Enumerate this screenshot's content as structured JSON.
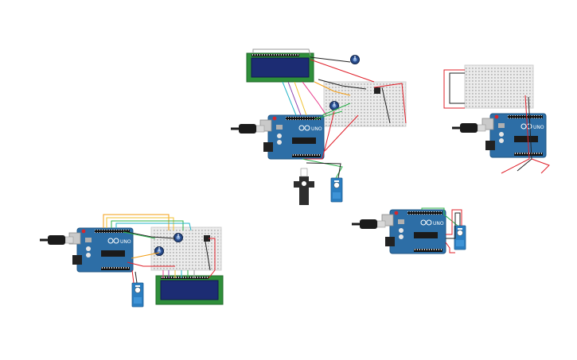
{
  "canvas": {
    "background": "#ffffff"
  },
  "components": {
    "arduino_board": {
      "label": "UNO",
      "icon": "arduino-uno-board"
    },
    "lcd": {
      "icon": "lcd-16x2-display"
    },
    "breadboard": {
      "icon": "breadboard"
    },
    "servo": {
      "icon": "micro-servo"
    },
    "potentiometer": {
      "icon": "potentiometer-knob"
    },
    "usb_cable": {
      "icon": "usb-plug"
    }
  },
  "colors": {
    "arduino": "#2d6ea6",
    "lcd_frame": "#2f8f3a",
    "lcd_screen": "#1c2c73",
    "breadboard": "#e8e8e8",
    "servo": "#2a7dc0",
    "wire_red": "#e0202a",
    "wire_black": "#222222",
    "wire_green": "#2bb14a",
    "wire_yellow": "#f1c232",
    "wire_orange": "#f39c12",
    "wire_pink": "#e83e8c",
    "wire_purple": "#8e44ad",
    "wire_cyan": "#25b5c8",
    "wire_gray": "#9a9a9a"
  }
}
